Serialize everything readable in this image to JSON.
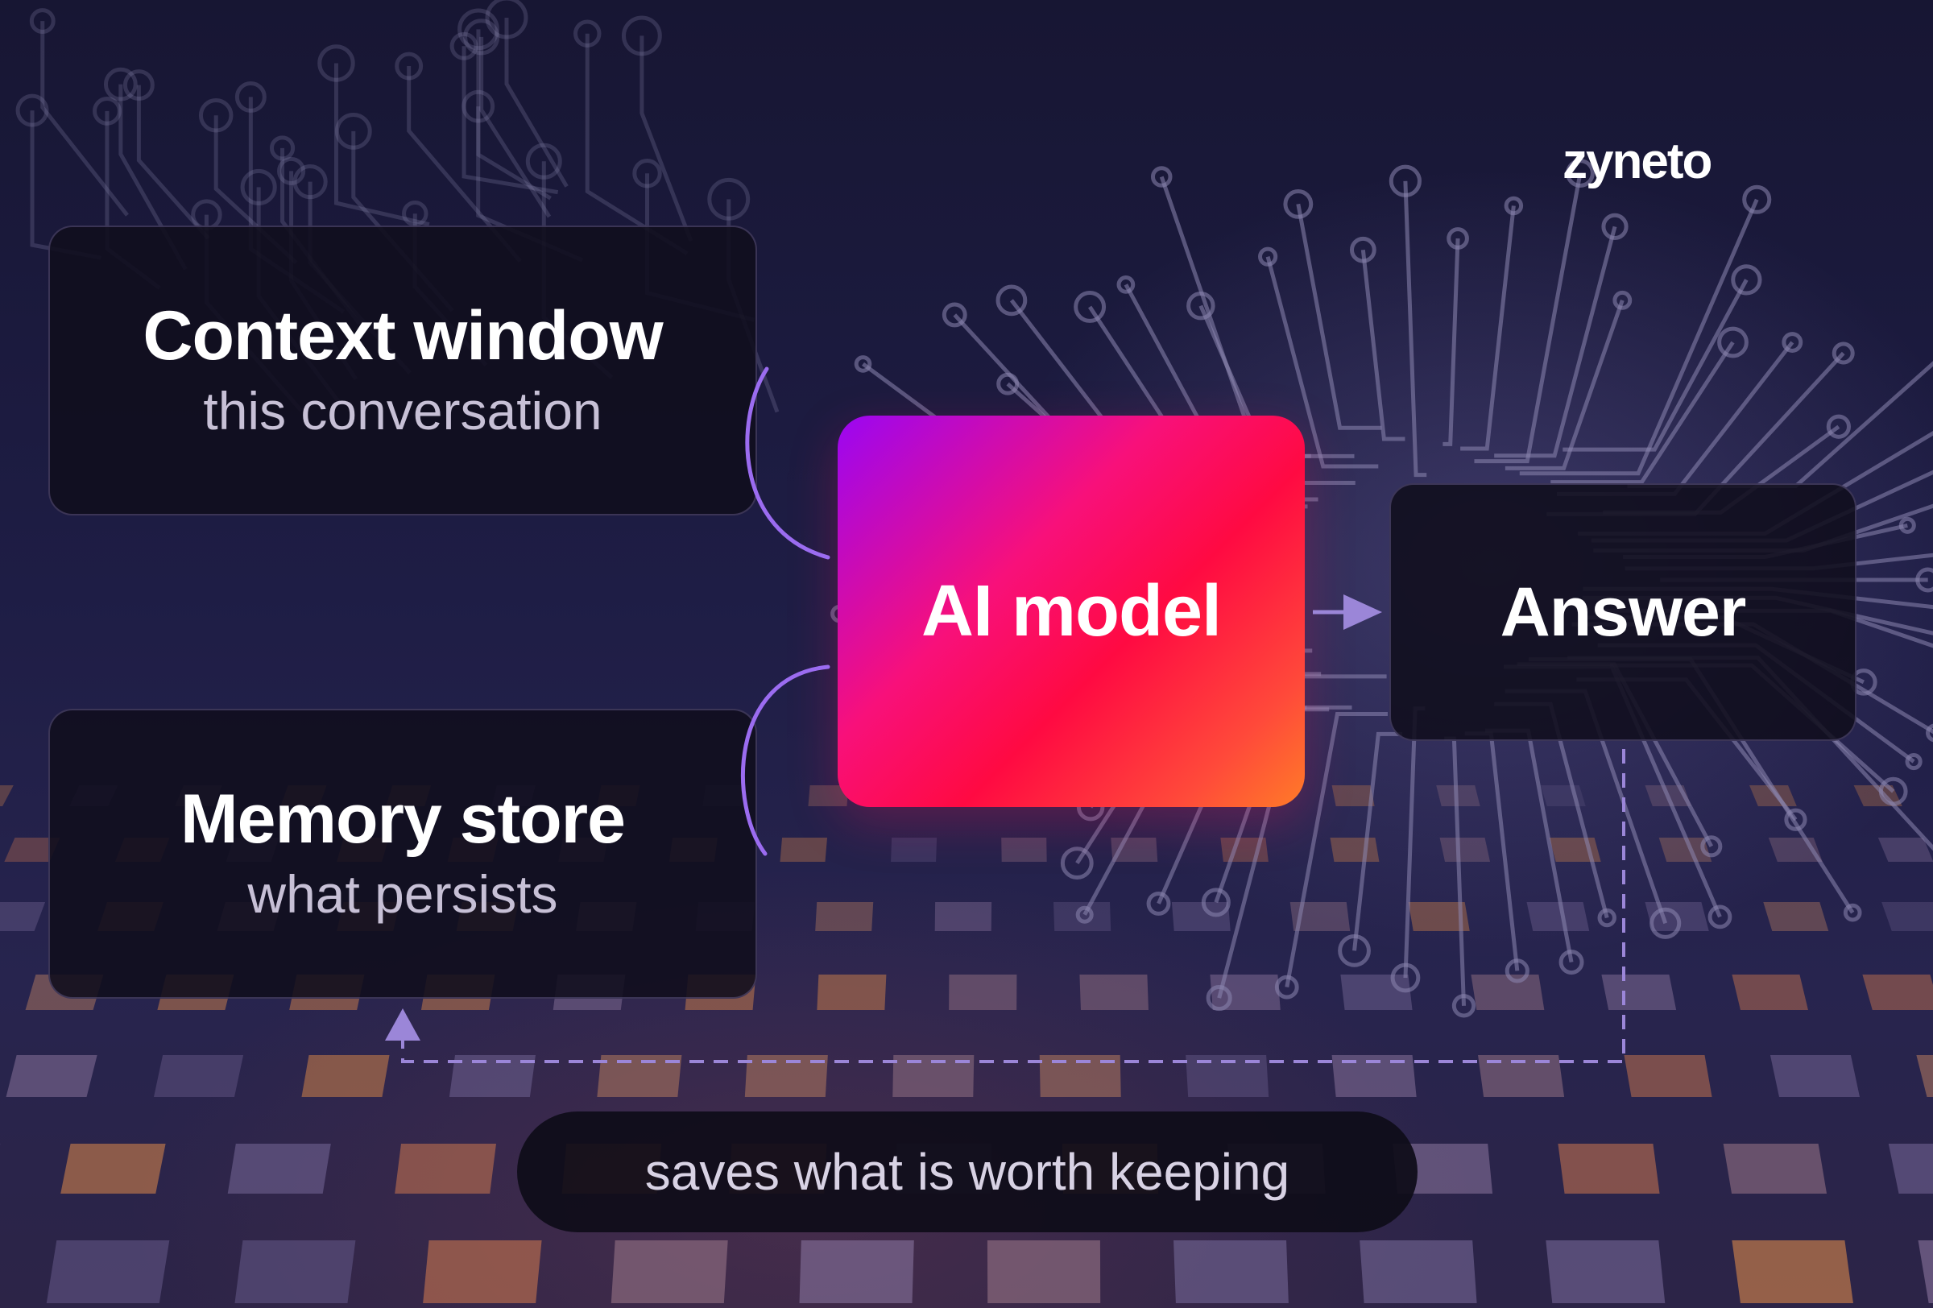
{
  "brand": {
    "logo_text": "zyneto",
    "accent": "#ff3d6e"
  },
  "nodes": {
    "context": {
      "title": "Context window",
      "subtitle": "this conversation"
    },
    "memory": {
      "title": "Memory store",
      "subtitle": "what persists"
    },
    "model": {
      "title": "AI model"
    },
    "answer": {
      "title": "Answer"
    }
  },
  "caption": "saves what is worth keeping",
  "colors": {
    "connector": "#9b6cf0",
    "arrow": "#9b86d8",
    "model_gradient": [
      "#9a06f3",
      "#ff0a42",
      "#ff7b28"
    ]
  }
}
